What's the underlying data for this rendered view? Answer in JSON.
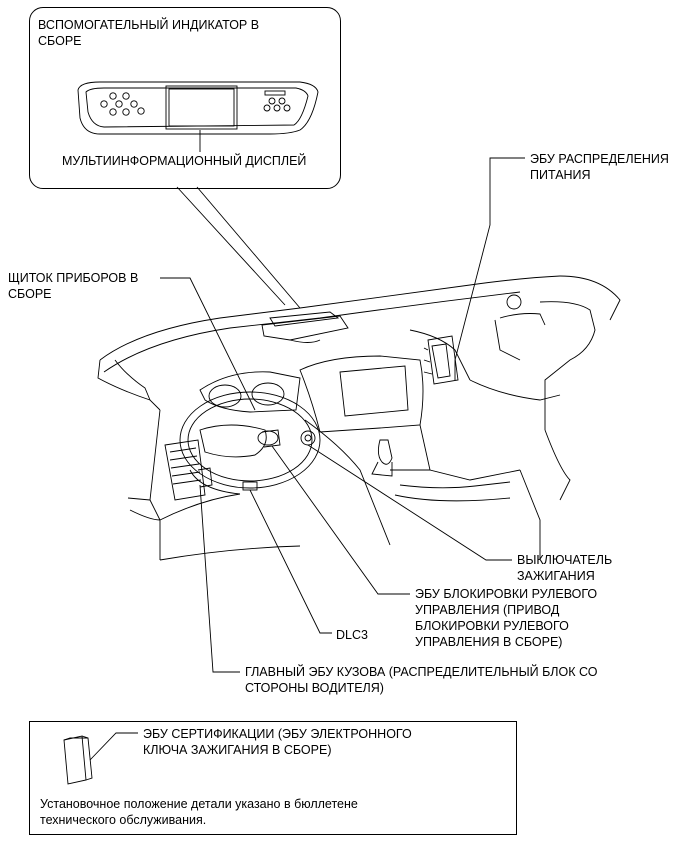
{
  "callout_top": {
    "title": "ВСПОМОГАТЕЛЬНЫЙ ИНДИКАТОР В\nСБОРЕ",
    "display_label": "МУЛЬТИИНФОРМАЦИОННЫЙ ДИСПЛЕЙ"
  },
  "labels": {
    "power_ecu": "ЭБУ РАСПРЕДЕЛЕНИЯ\nПИТАНИЯ",
    "combination_meter": "ЩИТОК ПРИБОРОВ В\nСБОРЕ",
    "ignition_switch": "ВЫКЛЮЧАТЕЛЬ\nЗАЖИГАНИЯ",
    "steering_lock_ecu": "ЭБУ БЛОКИРОВКИ РУЛЕВОГО\nУПРАВЛЕНИЯ (ПРИВОД\nБЛОКИРОВКИ РУЛЕВОГО\nУПРАВЛЕНИЯ В СБОРЕ)",
    "dlc3": "DLC3",
    "main_body_ecu": "ГЛАВНЫЙ ЭБУ КУЗОВА (РАСПРЕДЕЛИТЕЛЬНЫЙ БЛОК СО\nСТОРОНЫ ВОДИТЕЛЯ)"
  },
  "note_box": {
    "certification_ecu": "ЭБУ СЕРТИФИКАЦИИ (ЭБУ ЭЛЕКТРОННОГО\nКЛЮЧА ЗАЖИГАНИЯ В СБОРЕ)",
    "note_text": "Установочное положение детали указано в бюллетене\nтехнического обслуживания."
  }
}
